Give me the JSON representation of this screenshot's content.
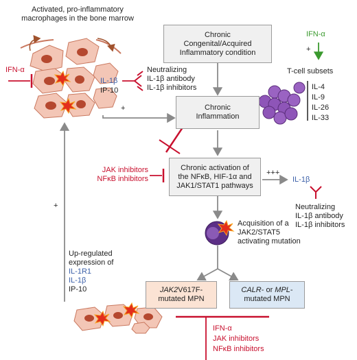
{
  "title_macrophages": [
    "Activated, pro-inflammatory",
    "macrophages in the bone marrow"
  ],
  "ifn_alpha_left": "IFN-α",
  "il1b_label": "IL-1β",
  "ip10_label": "IP-10",
  "neutralizing_top": [
    "Neutralizing",
    "IL-1β antibody",
    "IL-1β inhibitors"
  ],
  "box_chronic_condition": [
    "Chronic",
    "Congenital/Acquired",
    "Inflammatory condition"
  ],
  "ifn_alpha_right": "IFN-α",
  "plus_sign": "+",
  "tcell_subsets_label": "T-cell subsets",
  "cytokines": [
    "IL-4",
    "IL-9",
    "IL-26",
    "IL-33"
  ],
  "box_chronic_inflammation": [
    "Chronic",
    "Inflammation"
  ],
  "plus_feedback": "+",
  "inhibitors_left": [
    "JAK inhibitors",
    "NFκB inhibitors"
  ],
  "box_chronic_activation": [
    "Chronic activation of",
    "the NFκB, HIF-1α and",
    "JAK1/STAT1 pathways"
  ],
  "triple_plus": "+++",
  "il1b_right": "IL-1β",
  "neutralizing_right": [
    "Neutralizing",
    "IL-1β antibody",
    "IL-1β inhibitors"
  ],
  "plus_left_loop": "+",
  "acquisition_label": [
    "Acquisition of a",
    "JAK2/STAT5",
    "activating mutation"
  ],
  "upregulated_label": [
    "Up-regulated",
    "expression of"
  ],
  "upregulated_items": [
    "IL-1R1",
    "IL-1β",
    "IP-10"
  ],
  "box_jak2": {
    "italic": "JAK2",
    "rest": "V617F-",
    "line2": "mutated MPN"
  },
  "box_calr": {
    "italic1": "CALR",
    "mid": "- or ",
    "italic2": "MPL",
    "end": "-",
    "line2": "mutated MPN"
  },
  "bottom_inhibitors": [
    "IFN-α",
    "JAK inhibitors",
    "NFκB inhibitors"
  ],
  "colors": {
    "red": "#c8102e",
    "blue": "#3a5fa8",
    "green": "#3b9a2f",
    "purple": "#7b3fa0",
    "cell": "#e8a08c"
  }
}
